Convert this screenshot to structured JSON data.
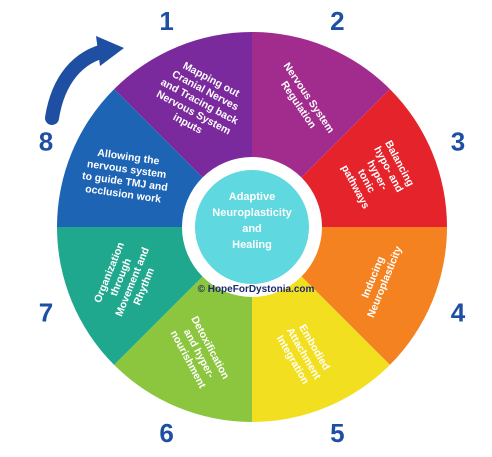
{
  "center": {
    "lines": [
      "Adaptive",
      "Neuroplasticity",
      "and",
      "Healing"
    ],
    "fill": "#5fd8e0"
  },
  "credit": "© HopeForDystonia.com",
  "number_color": "#1e4fa3",
  "arrow_color": "#1e4fa3",
  "segments": [
    {
      "number": "1",
      "color": "#7a2a9c",
      "lines": [
        "Mapping out",
        "Cranial Nerves",
        "and Tracing back",
        "Nervous System",
        "inputs"
      ]
    },
    {
      "number": "2",
      "color": "#a12c8e",
      "lines": [
        "Nervous System",
        "Regulation"
      ]
    },
    {
      "number": "3",
      "color": "#e5232b",
      "lines": [
        "Balancing",
        "hypo- and",
        "hyper-",
        "tonic",
        "pathways"
      ]
    },
    {
      "number": "4",
      "color": "#f58220",
      "lines": [
        "Inducing",
        "Neuroplasticity"
      ]
    },
    {
      "number": "5",
      "color": "#f2df1f",
      "lines": [
        "Embodied",
        "Attachment",
        "Integration"
      ]
    },
    {
      "number": "6",
      "color": "#8cc63f",
      "lines": [
        "Detoxification",
        "and hyper-",
        "nourishment"
      ]
    },
    {
      "number": "7",
      "color": "#1fa88e",
      "lines": [
        "Organization",
        "through",
        "Movement and",
        "Rhythm"
      ]
    },
    {
      "number": "8",
      "color": "#1e64b4",
      "lines": [
        "Allowing the",
        "nervous system",
        "to guide TMJ and",
        "occlusion work"
      ]
    }
  ]
}
